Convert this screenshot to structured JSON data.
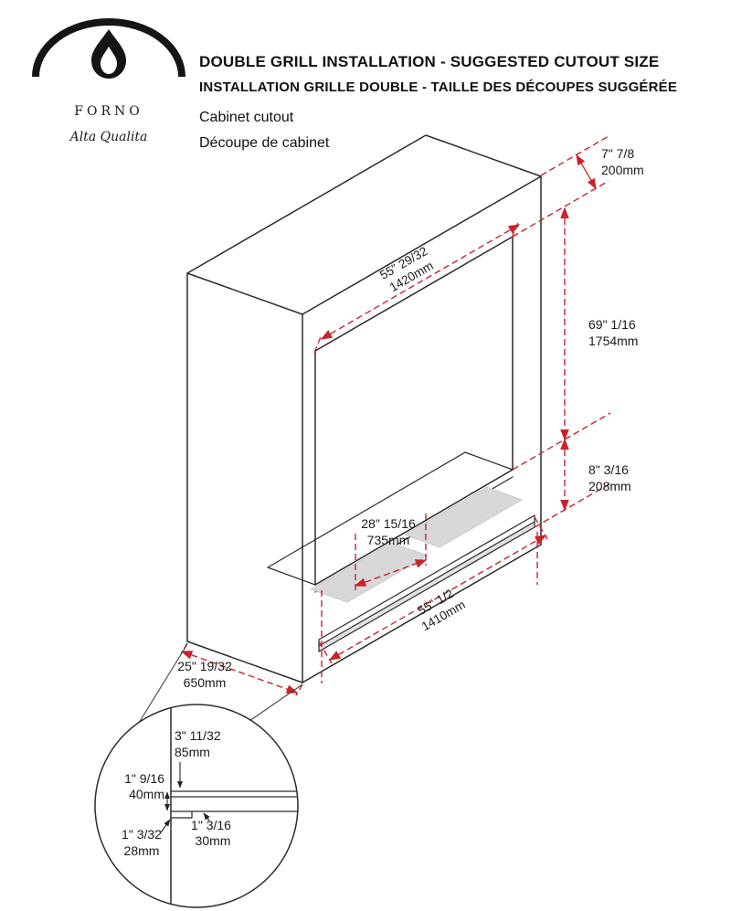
{
  "brand": {
    "name": "FORNO",
    "tagline": "Alta Qualita"
  },
  "header": {
    "title_en": "DOUBLE GRILL INSTALLATION - SUGGESTED CUTOUT SIZE",
    "title_fr": "INSTALLATION GRILLE DOUBLE - TAILLE DES DÉCOUPES SUGGÉRÉE",
    "caption_en": "Cabinet cutout",
    "caption_fr": "Découpe de cabinet"
  },
  "drawing": {
    "dims": {
      "top_gap": {
        "in": "7\" 7/8",
        "mm": "200mm"
      },
      "cutout_width": {
        "in": "55\" 29/32",
        "mm": "1420mm"
      },
      "cutout_height": {
        "in": "69\" 1/16",
        "mm": "1754mm"
      },
      "bottom_gap": {
        "in": "8\" 3/16",
        "mm": "208mm"
      },
      "floor_depth": {
        "in": "28\" 15/16",
        "mm": "735mm"
      },
      "bottom_width": {
        "in": "55\" 1/2",
        "mm": "1410mm"
      },
      "side_depth": {
        "in": "25\" 19/32",
        "mm": "650mm"
      }
    },
    "detail_dims": {
      "a": {
        "in": "3\" 11/32",
        "mm": "85mm"
      },
      "b": {
        "in": "1\" 9/16",
        "mm": "40mm"
      },
      "c": {
        "in": "1\" 3/32",
        "mm": "28mm"
      },
      "d": {
        "in": "1\" 3/16",
        "mm": "30mm"
      }
    }
  },
  "colors": {
    "dim_red": "#c9232a",
    "line": "#2b2b2b",
    "shade": "#d8d8d8"
  }
}
